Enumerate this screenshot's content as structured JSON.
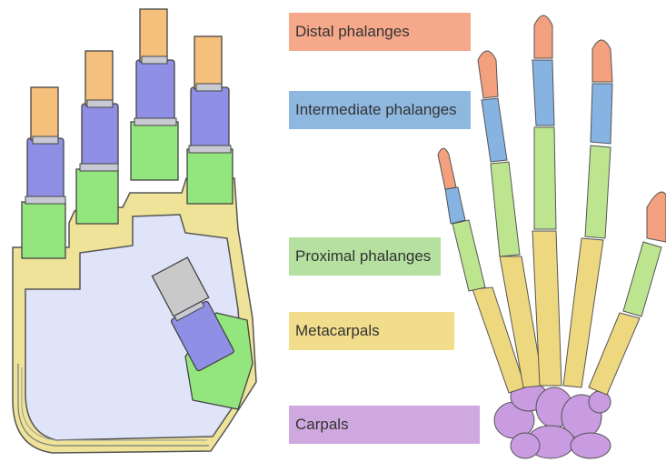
{
  "labels": {
    "distal": "Distal phalanges",
    "intermediate": "Intermediate phalanges",
    "proximal": "Proximal phalanges",
    "metacarpals": "Metacarpals",
    "carpals": "Carpals"
  },
  "colors": {
    "distal": "#f5a88a",
    "intermediate": "#8fb8e0",
    "proximal": "#b5e0a0",
    "metacarpals": "#f2dd8c",
    "carpals": "#cfa8e0",
    "bone_distal": "#f2a07e",
    "bone_intermediate": "#86b3e2",
    "bone_proximal": "#bde590",
    "bone_metacarpal": "#eed87f",
    "bone_carpal": "#c99be0",
    "cad_palm": "#dfe4f8",
    "cad_frame": "#eee398",
    "cad_green": "#93e67e",
    "cad_blue": "#8f8fe6",
    "cad_orange": "#f4c07c"
  }
}
